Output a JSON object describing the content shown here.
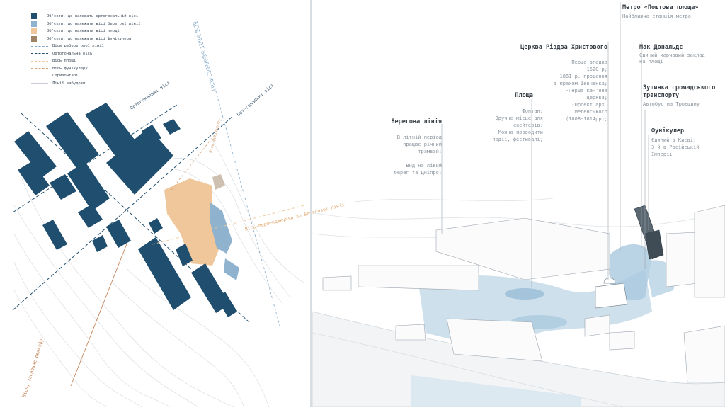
{
  "legend": {
    "items": [
      {
        "label": "Об'єкти, що належать ортогональній вісі",
        "color": "#1f4e6e",
        "kind": "swatch"
      },
      {
        "label": "Об'єкти, що належать вісі береговї лінії",
        "color": "#8fb2cf",
        "kind": "swatch"
      },
      {
        "label": "Об'єкти, що належать вісі площі",
        "color": "#efc79a",
        "kind": "swatch"
      },
      {
        "label": "Об'єкти, що належать вісі фунікулера",
        "color": "#a08365",
        "kind": "swatch"
      },
      {
        "label": "Вісь реберегової лінії",
        "color": "#7fa6c7",
        "kind": "dashed"
      },
      {
        "label": "Ортогональна вісь",
        "color": "#1f4e6e",
        "kind": "dashed"
      },
      {
        "label": "Вісь площі",
        "color": "#efc79a",
        "kind": "dashed"
      },
      {
        "label": "Вісь фунікулеру",
        "color": "#d2a27a",
        "kind": "dashed"
      },
      {
        "label": "Горизонталі",
        "color": "#c07a4a",
        "kind": "solid"
      },
      {
        "label": "Лінії забудови",
        "color": "#c9ced4",
        "kind": "solid"
      }
    ]
  },
  "plan_labels": {
    "ortho_left": "Ортогональні вісі",
    "ortho_right": "Ортогональні вісі",
    "shore_axis": "Вісь лінії берегової лінії",
    "square_axis": "Вісь-перпендикуляр до Берегової лінії",
    "relief_axis": "Вісь, загальне рельєфу",
    "funicular_axis": "Вісь фунікулеру"
  },
  "annotations": {
    "metro": {
      "title": "Метро «Поштова площа»",
      "lines": [
        "Найближча станція метро"
      ]
    },
    "mcdonalds": {
      "title": "Мак Дональдс",
      "lines": [
        "Єдиний харчовий заклад",
        "на площі"
      ]
    },
    "church": {
      "title": "Церква Різдва Христового",
      "lines": [
        "-Перша згадка",
        "1520 р;",
        "-1861 р. прощання",
        "з прахом Шевченка;",
        "-Перша кам'яна",
        "церква;",
        "-Проект арх.",
        "Меленського",
        "(1808-1814рр);"
      ]
    },
    "bus": {
      "title": "Зупинка громадського транспорту",
      "title_lines": [
        "Зупинка громадського",
        "транспорту"
      ],
      "lines": [
        "Автобус на Троєщину"
      ]
    },
    "square": {
      "title": "Площа",
      "lines": [
        "Фонтан;",
        "Зручне місце для",
        "скейтерів;",
        "Можна проводити",
        "події, фестивалі;"
      ]
    },
    "shoreline": {
      "title": "Берегова лінія",
      "lines": [
        "В літній період",
        "працює річний",
        "трамвай;",
        "",
        "Вид на лівий",
        "берег та Дніпро;"
      ]
    },
    "funicular": {
      "title": "Фунікулер",
      "lines": [
        "Єдиний в Києві;",
        "3-й в Російській",
        "Імперії"
      ]
    }
  },
  "colors": {
    "dark": "#1f4e6e",
    "light_blue": "#8fb2cf",
    "peach": "#efc79a",
    "brown": "#a08365",
    "water": "#c6dbe9"
  }
}
